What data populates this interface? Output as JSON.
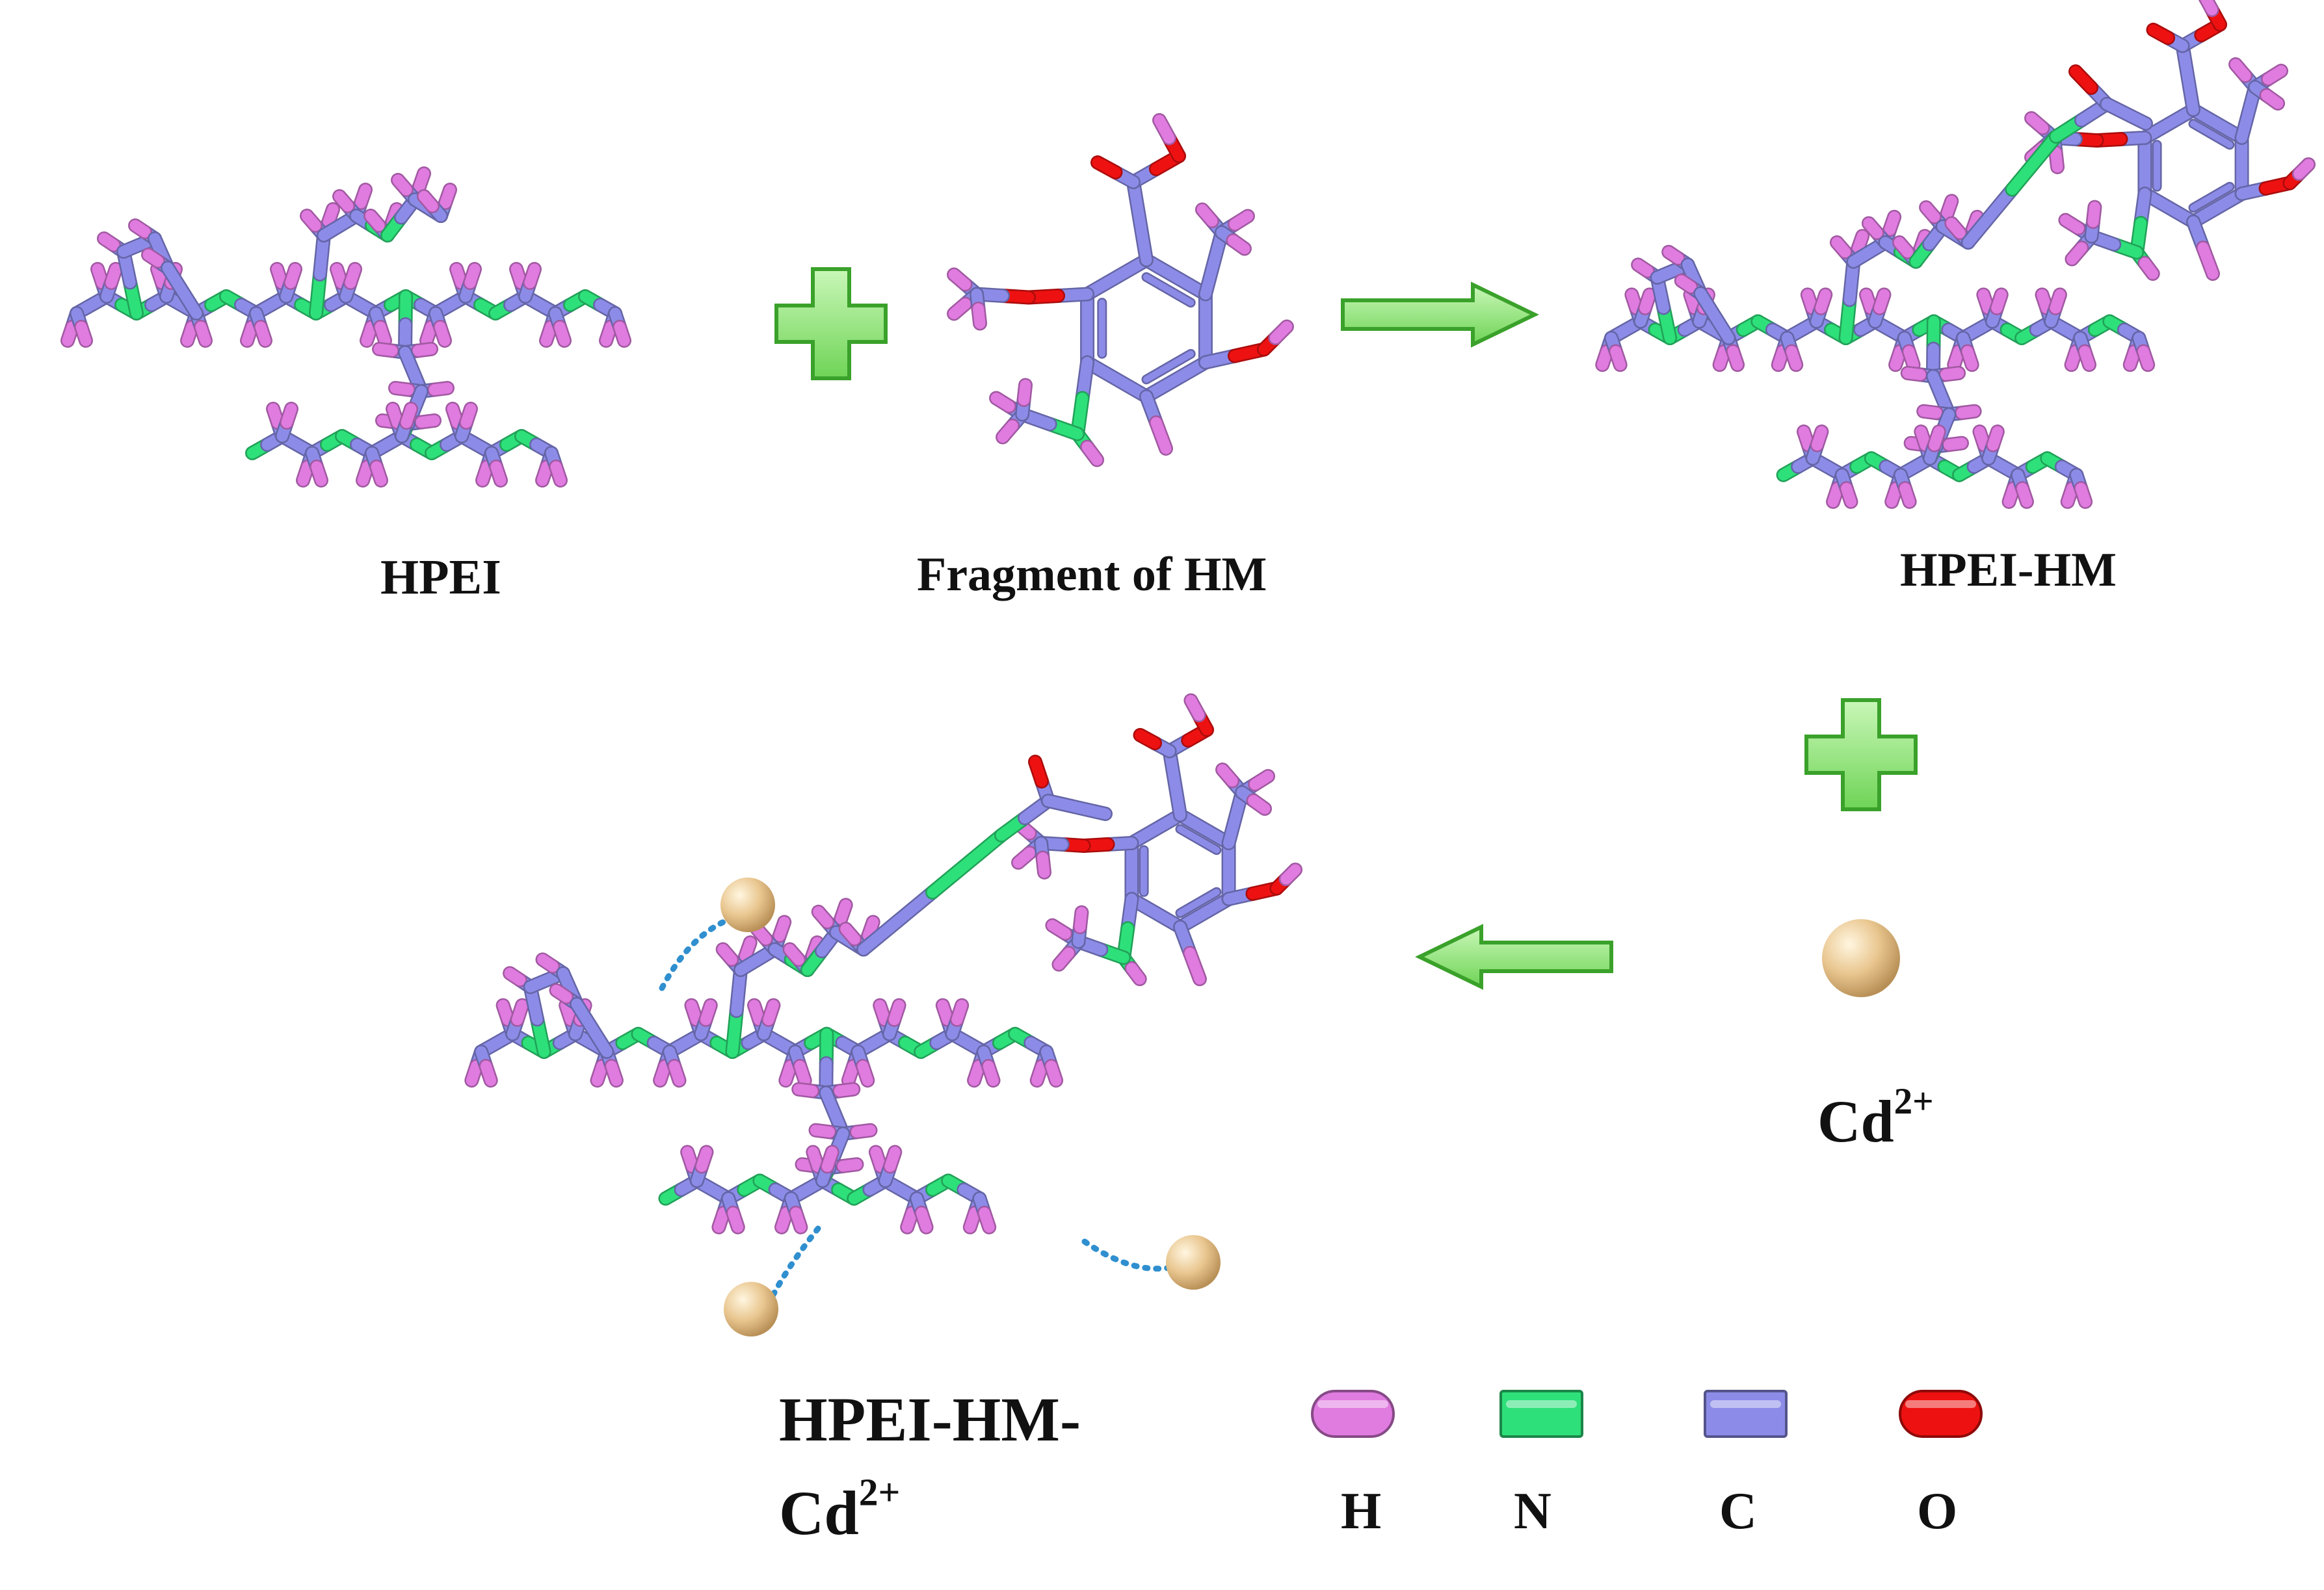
{
  "labels": {
    "hpei": "HPEI",
    "fragment": "Fragment of HM",
    "hpei_hm": "HPEI-HM",
    "cd_base": "Cd",
    "cd_charge": "2+",
    "complex_line1": "HPEI-HM-",
    "complex_line2_base": "Cd",
    "complex_line2_charge": "2+"
  },
  "legend": [
    {
      "symbol": "H",
      "color": "#e07be0"
    },
    {
      "symbol": "N",
      "color": "#2ee07a"
    },
    {
      "symbol": "C",
      "color": "#8c8ce8"
    },
    {
      "symbol": "O",
      "color": "#ee1111"
    }
  ],
  "colors": {
    "hydrogen": "#e07be0",
    "nitrogen": "#2ee07a",
    "carbon": "#8c8ce8",
    "oxygen": "#ee1111",
    "cadmium": "#e9c68f",
    "arrow_fill": "#7ee06a",
    "arrow_stroke": "#3aa12a",
    "coordination_bond": "#2f8fcf"
  },
  "icons": [
    "plus-icon",
    "arrow-right-icon",
    "arrow-left-icon",
    "cadmium-ion-icon"
  ]
}
